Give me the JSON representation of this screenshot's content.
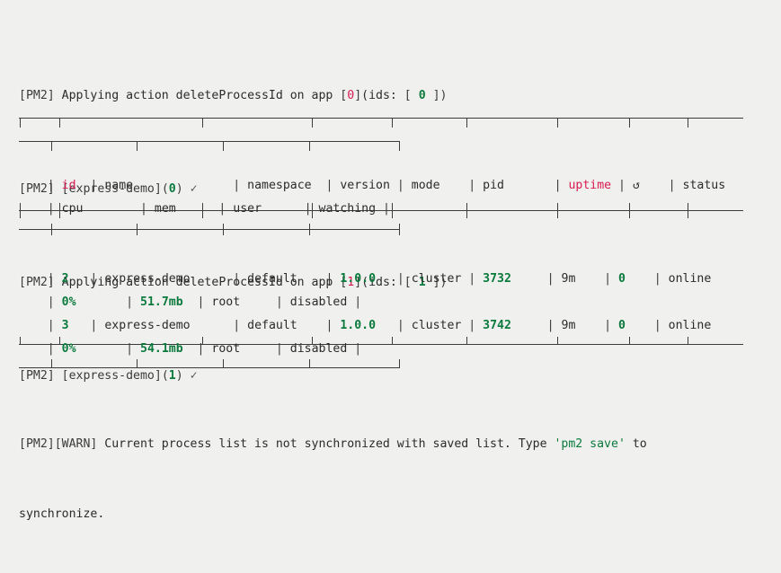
{
  "terminal": {
    "background": "#f0f0ef",
    "foreground": "#2b2b2b",
    "accent_green": "#0a7a3c",
    "accent_red": "#d81b50",
    "dim": "#3b3b3b"
  },
  "log": {
    "lines": [
      {
        "prefix": "[PM2]",
        "text_a": " Applying action deleteProcessId on app ",
        "br_open": "[",
        "index": "0",
        "br_close": "]",
        "text_b": "(ids: ",
        "ids_open": "[ ",
        "ids": "0",
        "ids_close": " ])"
      },
      {
        "prefix": "[PM2]",
        "text_a": " ",
        "app_open": "[express-demo]",
        "paren_open": "(",
        "index": "0",
        "paren_close": ")",
        "check": "✓"
      },
      {
        "prefix": "[PM2]",
        "text_a": " Applying action deleteProcessId on app ",
        "br_open": "[",
        "index": "1",
        "br_close": "]",
        "text_b": "(ids: ",
        "ids_open": "[ ",
        "ids": "1",
        "ids_close": " ])"
      },
      {
        "prefix": "[PM2]",
        "text_a": " ",
        "app_open": "[express-demo]",
        "paren_open": "(",
        "index": "1",
        "paren_close": ")",
        "check": "✓"
      }
    ]
  },
  "table": {
    "headers_primary": [
      "id",
      "name",
      "namespace",
      "version",
      "mode",
      "pid",
      "uptime",
      "↺",
      "status"
    ],
    "headers_secondary": [
      "cpu",
      "mem",
      "user",
      "watching"
    ],
    "highlight_headers": [
      "id",
      "uptime"
    ],
    "restart_icon": "↺",
    "rows": [
      {
        "id": "2",
        "name": "express-demo",
        "namespace": "default",
        "version": "1.0.0",
        "mode": "cluster",
        "pid": "3732",
        "uptime": "9m",
        "restarts": "0",
        "status": "online",
        "cpu": "0%",
        "mem": "51.7mb",
        "user": "root",
        "watching": "disabled"
      },
      {
        "id": "3",
        "name": "express-demo",
        "namespace": "default",
        "version": "1.0.0",
        "mode": "cluster",
        "pid": "3742",
        "uptime": "9m",
        "restarts": "0",
        "status": "online",
        "cpu": "0%",
        "mem": "54.1mb",
        "user": "root",
        "watching": "disabled"
      }
    ]
  },
  "warning": {
    "prefix_pm2": "[PM2]",
    "prefix_warn": "[WARN]",
    "text_a": " Current process list is not synchronized with saved list. Type ",
    "command": "'pm2 save'",
    "text_b": " to",
    "line2": "synchronize."
  }
}
